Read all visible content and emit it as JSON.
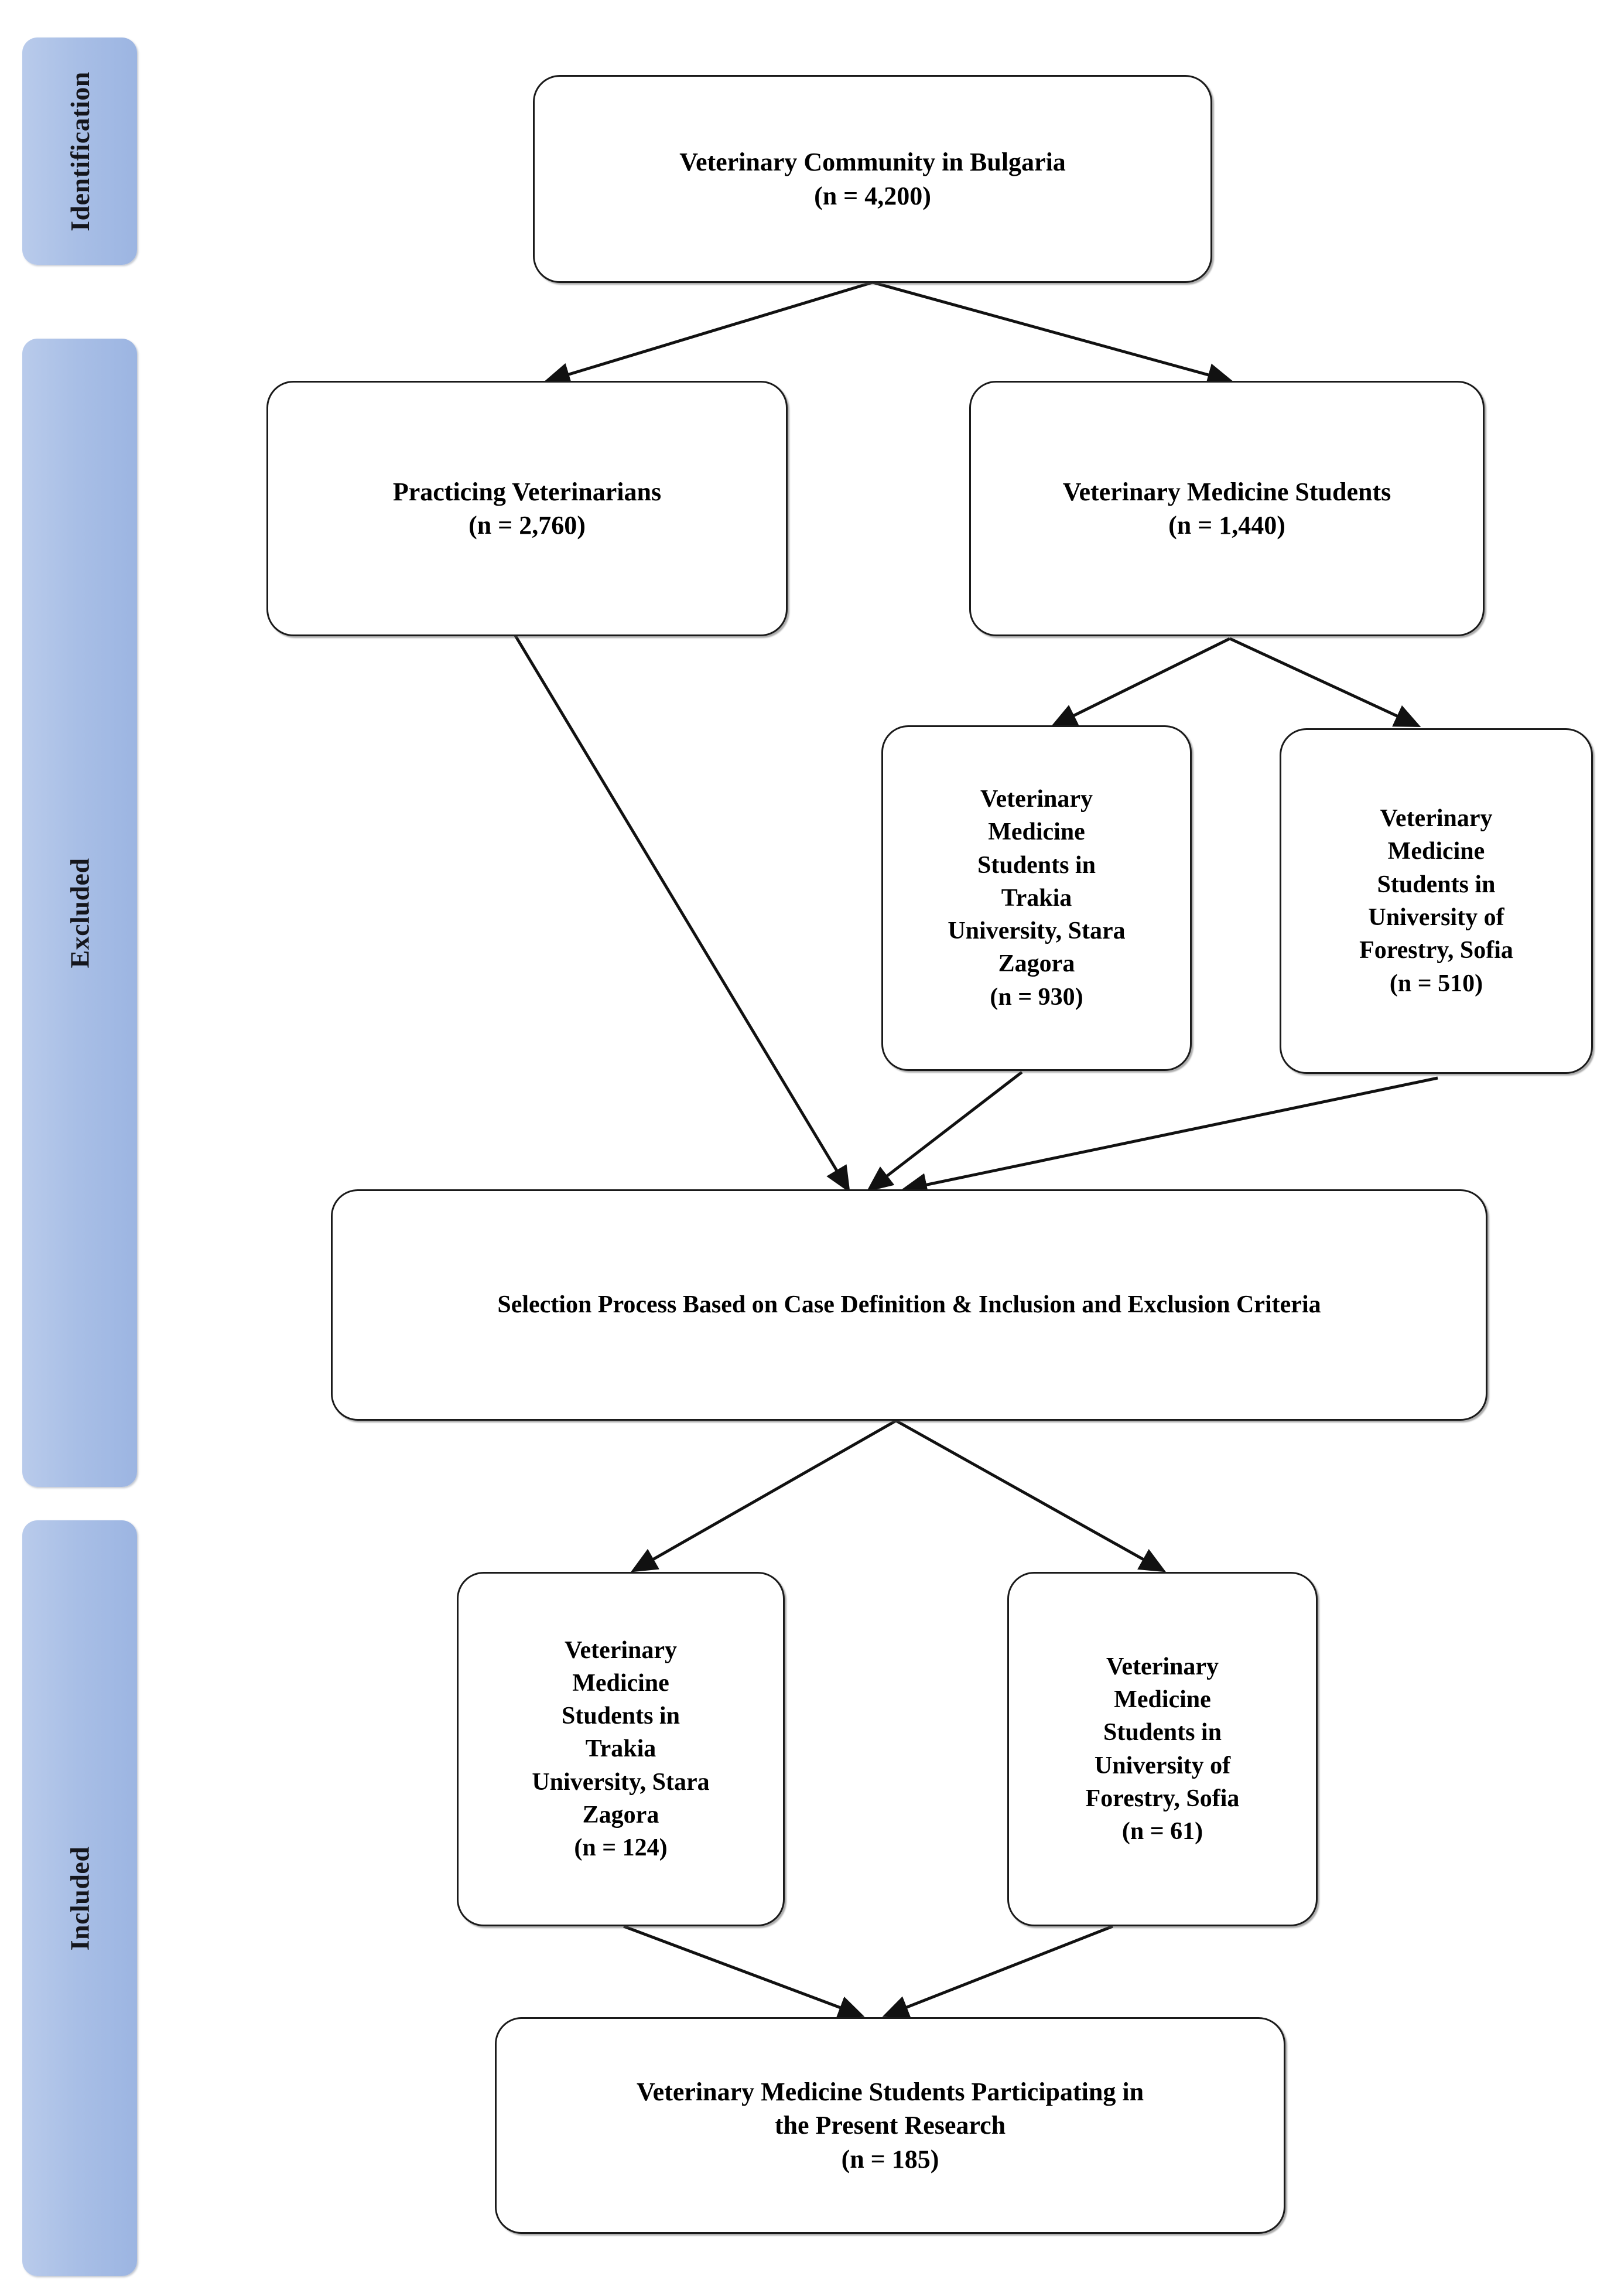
{
  "diagram": {
    "type": "flowchart",
    "title": "Study population selection flow diagram",
    "accent_color": "#a9bfe6",
    "line_color": "#1a1a1a",
    "stages": [
      {
        "id": "identification",
        "label": "Identification"
      },
      {
        "id": "excluded",
        "label": "Excluded"
      },
      {
        "id": "included",
        "label": "Included"
      }
    ],
    "nodes": [
      {
        "id": "veterinary-community",
        "title": "Veterinary Community in Bulgaria",
        "count_label": "(n = 4,200)",
        "n": 4200,
        "text": "Veterinary Community in Bulgaria\n(n = 4,200)"
      },
      {
        "id": "practicing-veterinarians",
        "title": "Practicing Veterinarians",
        "count_label": "(n = 2,760)",
        "n": 2760,
        "text": "Practicing Veterinarians\n(n = 2,760)"
      },
      {
        "id": "veterinary-medicine-students",
        "title": "Veterinary Medicine Students",
        "count_label": "(n = 1,440)",
        "n": 1440,
        "text": "Veterinary Medicine Students\n(n = 1,440)"
      },
      {
        "id": "trakia-students-screened",
        "title": "Veterinary Medicine Students in Trakia University, Stara Zagora",
        "count_label": "(n = 930)",
        "n": 930,
        "text": "Veterinary\nMedicine\nStudents in\nTrakia\nUniversity, Stara\nZagora\n(n = 930)"
      },
      {
        "id": "forestry-students-screened",
        "title": "Veterinary Medicine Students in University of Forestry, Sofia",
        "count_label": "(n = 510)",
        "n": 510,
        "text": "Veterinary\nMedicine\nStudents in\nUniversity of\nForestry, Sofia\n(n = 510)"
      },
      {
        "id": "selection-process",
        "title": "Selection Process Based on Case Definition & Inclusion and Exclusion Criteria",
        "count_label": "",
        "text": "Selection Process Based on Case Definition & Inclusion and Exclusion Criteria"
      },
      {
        "id": "trakia-students-included",
        "title": "Veterinary Medicine Students in Trakia University, Stara Zagora",
        "count_label": "(n = 124)",
        "n": 124,
        "text": "Veterinary\nMedicine\nStudents in\nTrakia\nUniversity, Stara\nZagora\n(n = 124)"
      },
      {
        "id": "forestry-students-included",
        "title": "Veterinary Medicine Students in University of Forestry, Sofia",
        "count_label": "(n = 61)",
        "n": 61,
        "text": "Veterinary\nMedicine\nStudents in\nUniversity of\nForestry, Sofia\n(n = 61)"
      },
      {
        "id": "participants",
        "title": "Veterinary Medicine Students Participating in the Present Research",
        "count_label": "(n = 185)",
        "n": 185,
        "text": "Veterinary Medicine Students Participating in\nthe Present Research\n(n = 185)"
      }
    ],
    "edges": [
      {
        "from": "veterinary-community",
        "to": "practicing-veterinarians"
      },
      {
        "from": "veterinary-community",
        "to": "veterinary-medicine-students"
      },
      {
        "from": "veterinary-medicine-students",
        "to": "trakia-students-screened"
      },
      {
        "from": "veterinary-medicine-students",
        "to": "forestry-students-screened"
      },
      {
        "from": "practicing-veterinarians",
        "to": "selection-process"
      },
      {
        "from": "trakia-students-screened",
        "to": "selection-process"
      },
      {
        "from": "forestry-students-screened",
        "to": "selection-process"
      },
      {
        "from": "selection-process",
        "to": "trakia-students-included"
      },
      {
        "from": "selection-process",
        "to": "forestry-students-included"
      },
      {
        "from": "trakia-students-included",
        "to": "participants"
      },
      {
        "from": "forestry-students-included",
        "to": "participants"
      }
    ]
  }
}
